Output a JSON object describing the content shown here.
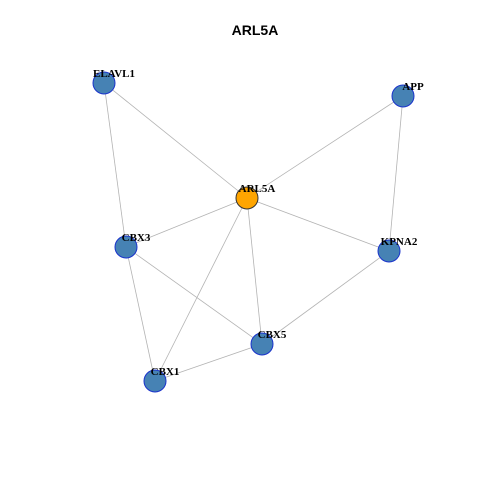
{
  "title": "ARL5A",
  "colors": {
    "hub_fill": "#FFA500",
    "node_fill": "#4682B4",
    "edge": "#B3B3B3"
  },
  "nodes": [
    {
      "id": "ARL5A",
      "label": "ARL5A",
      "hub": true
    },
    {
      "id": "ELAVL1",
      "label": "ELAVL1",
      "hub": false
    },
    {
      "id": "APP",
      "label": "APP",
      "hub": false
    },
    {
      "id": "CBX3",
      "label": "CBX3",
      "hub": false
    },
    {
      "id": "KPNA2",
      "label": "KPNA2",
      "hub": false
    },
    {
      "id": "CBX5",
      "label": "CBX5",
      "hub": false
    },
    {
      "id": "CBX1",
      "label": "CBX1",
      "hub": false
    }
  ],
  "edges": [
    [
      "ELAVL1",
      "ARL5A"
    ],
    [
      "ELAVL1",
      "CBX3"
    ],
    [
      "APP",
      "ARL5A"
    ],
    [
      "APP",
      "KPNA2"
    ],
    [
      "ARL5A",
      "CBX3"
    ],
    [
      "ARL5A",
      "KPNA2"
    ],
    [
      "ARL5A",
      "CBX5"
    ],
    [
      "ARL5A",
      "CBX1"
    ],
    [
      "CBX3",
      "CBX5"
    ],
    [
      "CBX3",
      "CBX1"
    ],
    [
      "KPNA2",
      "CBX5"
    ],
    [
      "CBX5",
      "CBX1"
    ]
  ]
}
